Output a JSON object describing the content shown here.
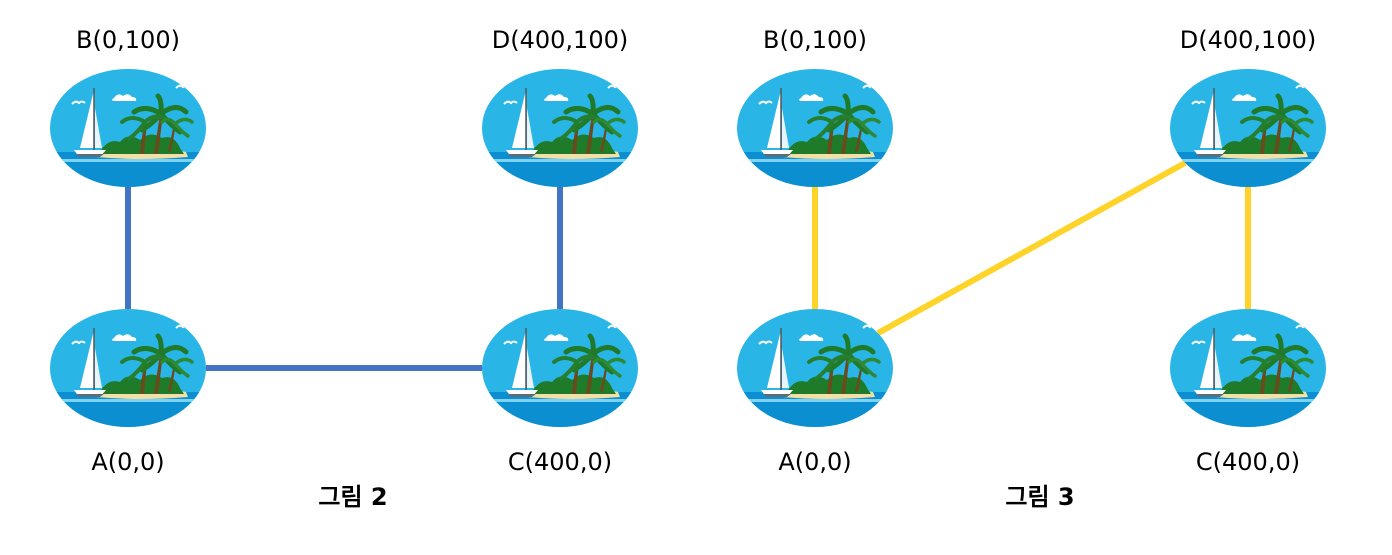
{
  "colors": {
    "figure2_edge": "#4472c4",
    "figure3_edge": "#ffd32a",
    "island_bg": "#29b6e6",
    "sea": "#0b8fd0",
    "sand": "#f3e0a6",
    "palm": "#1f7a2a"
  },
  "figures": [
    {
      "caption": "그림 2",
      "nodes": {
        "A": {
          "label": "A(0,0)",
          "icon": "island-icon"
        },
        "B": {
          "label": "B(0,100)",
          "icon": "island-icon"
        },
        "C": {
          "label": "C(400,0)",
          "icon": "island-icon"
        },
        "D": {
          "label": "D(400,100)",
          "icon": "island-icon"
        }
      },
      "edges": [
        [
          "A",
          "B"
        ],
        [
          "A",
          "C"
        ],
        [
          "C",
          "D"
        ]
      ]
    },
    {
      "caption": "그림 3",
      "nodes": {
        "A": {
          "label": "A(0,0)",
          "icon": "island-icon"
        },
        "B": {
          "label": "B(0,100)",
          "icon": "island-icon"
        },
        "C": {
          "label": "C(400,0)",
          "icon": "island-icon"
        },
        "D": {
          "label": "D(400,100)",
          "icon": "island-icon"
        }
      },
      "edges": [
        [
          "A",
          "B"
        ],
        [
          "A",
          "D"
        ],
        [
          "C",
          "D"
        ]
      ]
    }
  ]
}
